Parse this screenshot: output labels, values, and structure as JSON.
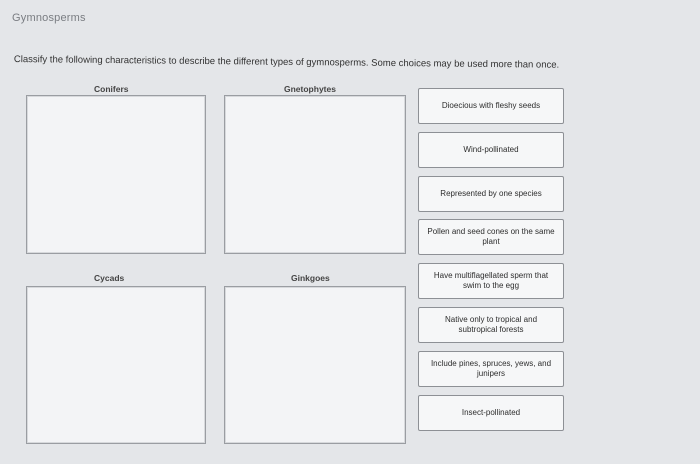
{
  "header": {
    "title": "Gymnosperms",
    "instructions": "Classify the following characteristics to describe the different types of gymnosperms. Some choices may be used more than once."
  },
  "categories": [
    {
      "label": "Conifers"
    },
    {
      "label": "Gnetophytes"
    },
    {
      "label": "Cycads"
    },
    {
      "label": "Ginkgoes"
    }
  ],
  "choices": [
    {
      "label": "Dioecious with fleshy seeds"
    },
    {
      "label": "Wind-pollinated"
    },
    {
      "label": "Represented by one species"
    },
    {
      "label": "Pollen and seed cones on the same plant"
    },
    {
      "label": "Have multiflagellated sperm that swim to the egg"
    },
    {
      "label": "Native only to tropical and subtropical forests"
    },
    {
      "label": "Include pines, spruces, yews, and junipers"
    },
    {
      "label": "Insect-pollinated"
    }
  ]
}
